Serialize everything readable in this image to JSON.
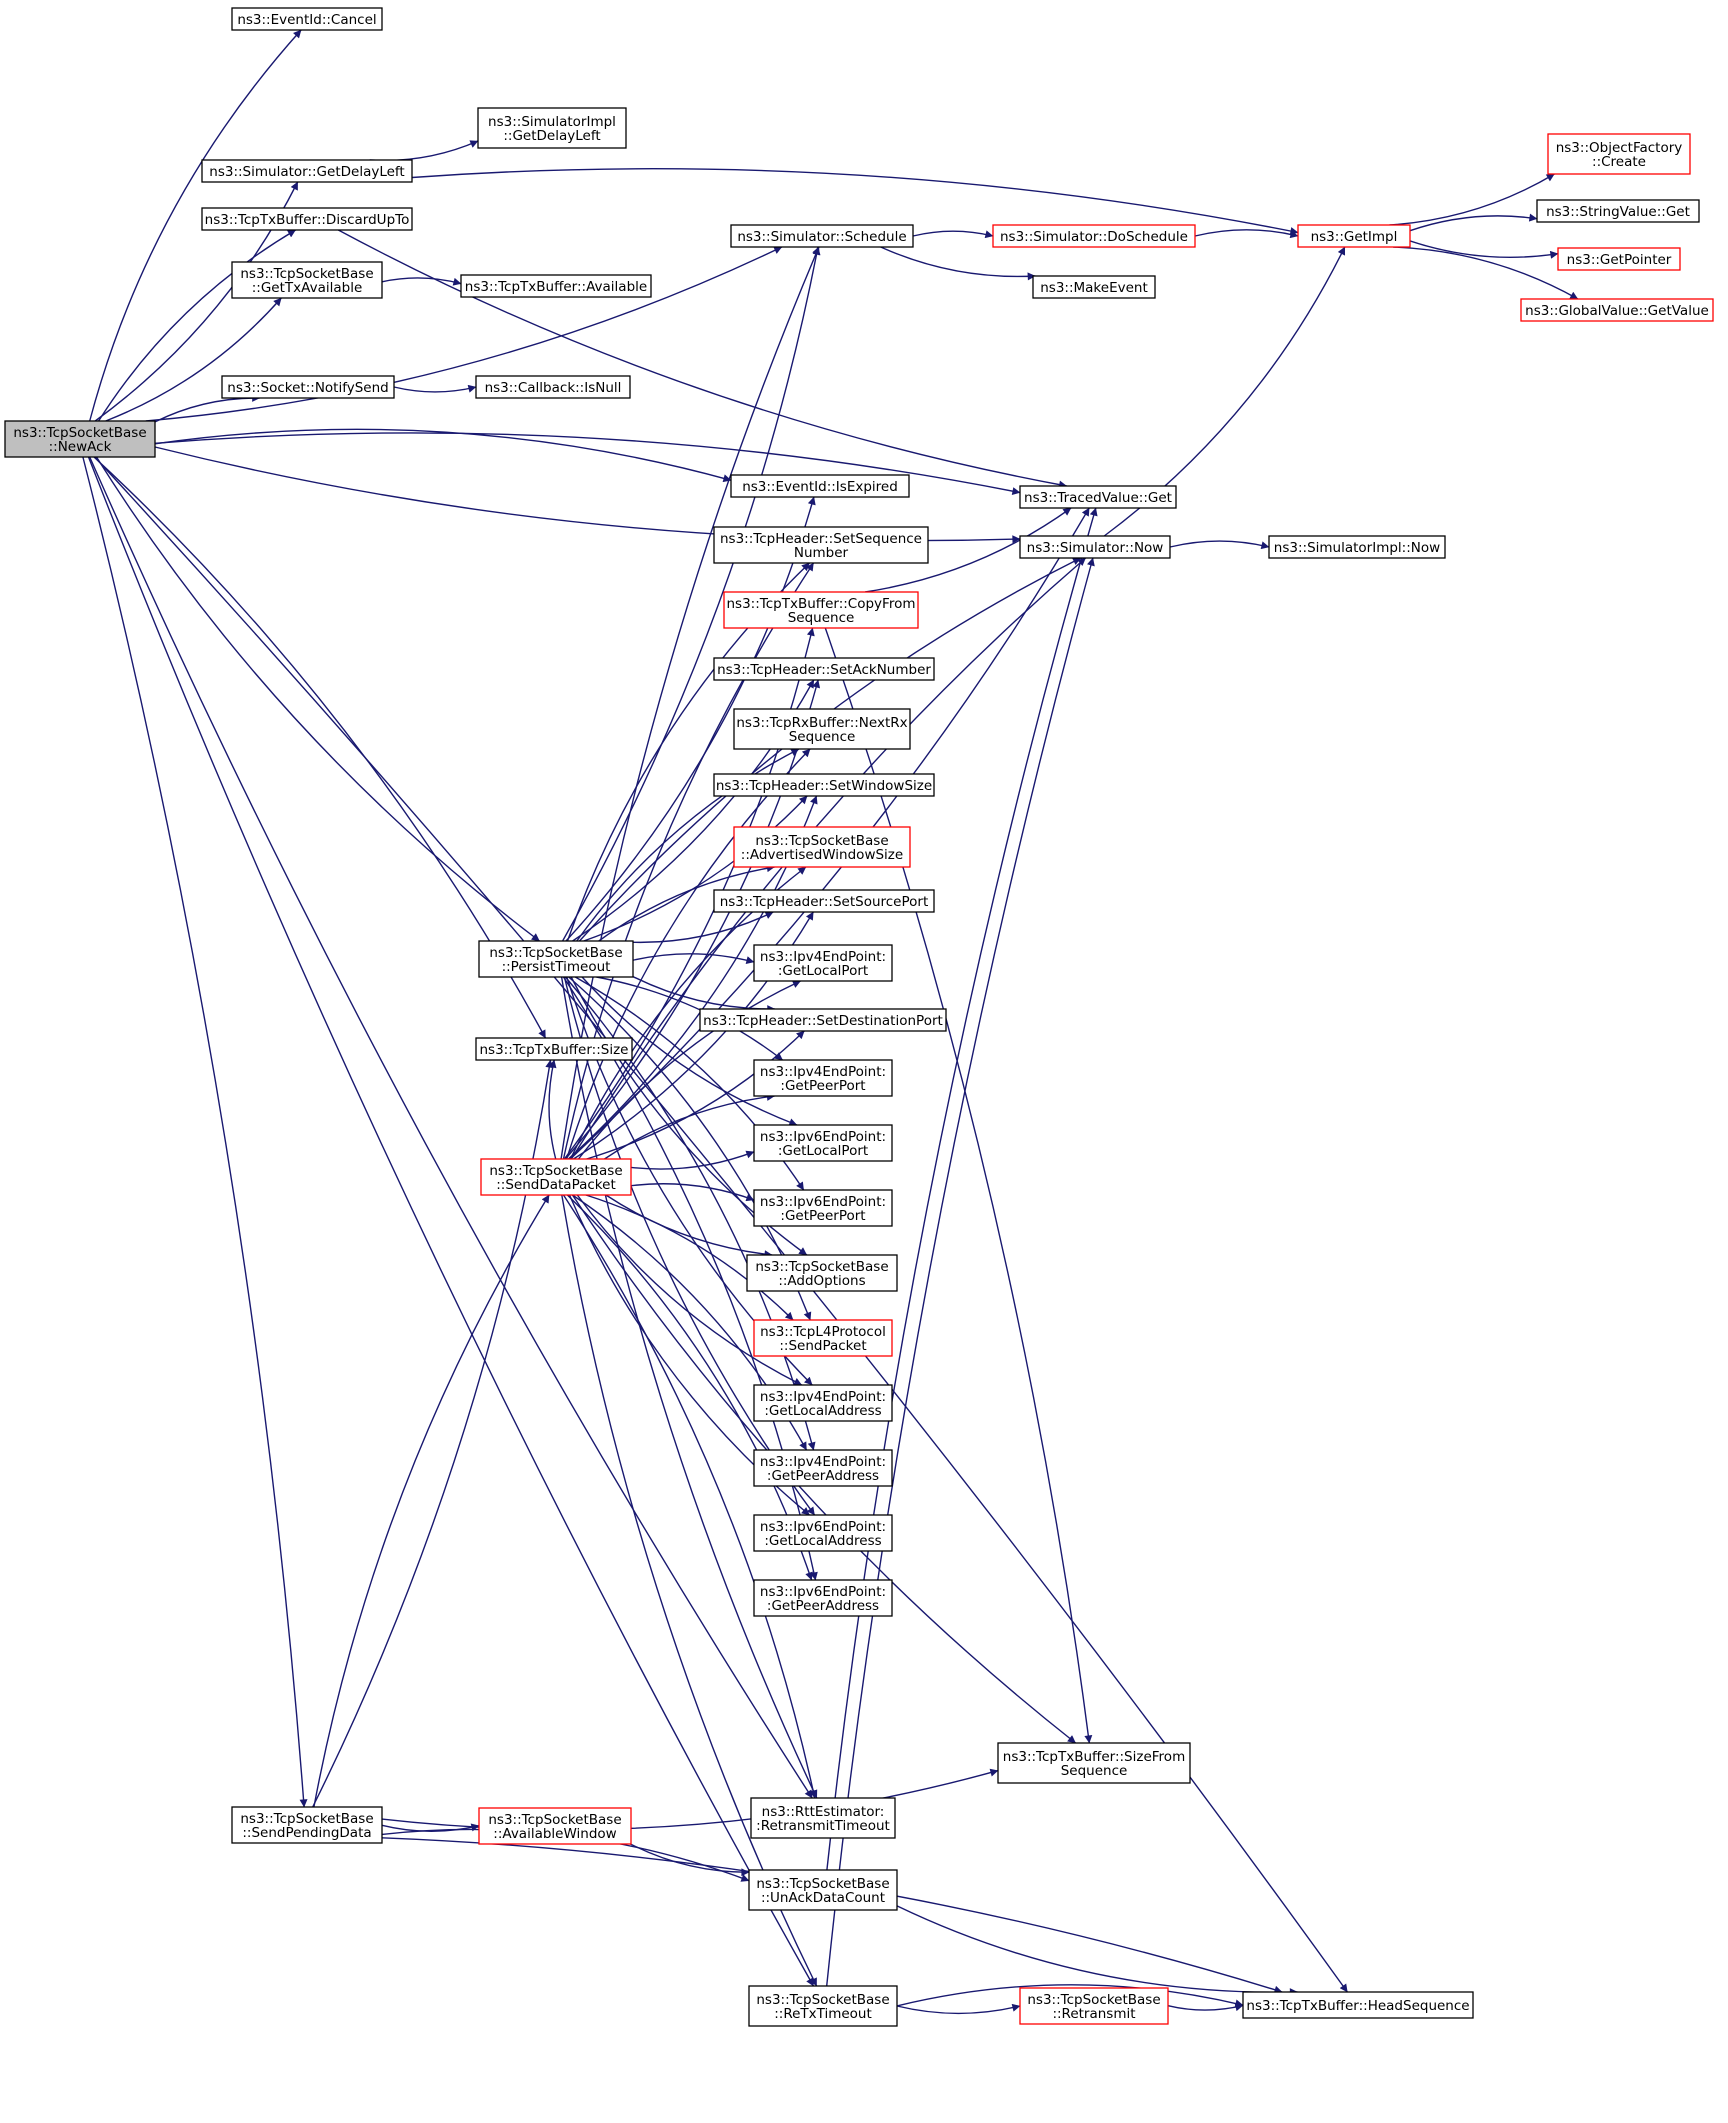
{
  "graph": {
    "title": "",
    "root": "newack",
    "colors": {
      "edge": "#191970",
      "node_border": "#000000",
      "node_border_truncated": "#ff0000",
      "root_fill": "#bfbfbf",
      "node_fill": "#ffffff"
    },
    "nodes": [
      {
        "id": "newack",
        "lines": [
          "ns3::TcpSocketBase",
          "::NewAck"
        ],
        "style": "root"
      },
      {
        "id": "cancel",
        "lines": [
          "ns3::EventId::Cancel"
        ],
        "style": "normal"
      },
      {
        "id": "implgetdelay",
        "lines": [
          "ns3::SimulatorImpl",
          "::GetDelayLeft"
        ],
        "style": "normal"
      },
      {
        "id": "simgetdelay",
        "lines": [
          "ns3::Simulator::GetDelayLeft"
        ],
        "style": "normal"
      },
      {
        "id": "discardupto",
        "lines": [
          "ns3::TcpTxBuffer::DiscardUpTo"
        ],
        "style": "normal"
      },
      {
        "id": "schedule",
        "lines": [
          "ns3::Simulator::Schedule"
        ],
        "style": "normal"
      },
      {
        "id": "doschedule",
        "lines": [
          "ns3::Simulator::DoSchedule"
        ],
        "style": "truncated"
      },
      {
        "id": "getimpl",
        "lines": [
          "ns3::GetImpl"
        ],
        "style": "truncated"
      },
      {
        "id": "factorycreate",
        "lines": [
          "ns3::ObjectFactory",
          "::Create"
        ],
        "style": "truncated"
      },
      {
        "id": "stringget",
        "lines": [
          "ns3::StringValue::Get"
        ],
        "style": "normal"
      },
      {
        "id": "getpointer",
        "lines": [
          "ns3::GetPointer"
        ],
        "style": "truncated"
      },
      {
        "id": "globalget",
        "lines": [
          "ns3::GlobalValue::GetValue"
        ],
        "style": "truncated"
      },
      {
        "id": "makeevent",
        "lines": [
          "ns3::MakeEvent"
        ],
        "style": "normal"
      },
      {
        "id": "gettxavail",
        "lines": [
          "ns3::TcpSocketBase",
          "::GetTxAvailable"
        ],
        "style": "normal"
      },
      {
        "id": "available",
        "lines": [
          "ns3::TcpTxBuffer::Available"
        ],
        "style": "normal"
      },
      {
        "id": "notifysend",
        "lines": [
          "ns3::Socket::NotifySend"
        ],
        "style": "normal"
      },
      {
        "id": "isnull",
        "lines": [
          "ns3::Callback::IsNull"
        ],
        "style": "normal"
      },
      {
        "id": "isexpired",
        "lines": [
          "ns3::EventId::IsExpired"
        ],
        "style": "normal"
      },
      {
        "id": "tracedget",
        "lines": [
          "ns3::TracedValue::Get"
        ],
        "style": "normal"
      },
      {
        "id": "simnow",
        "lines": [
          "ns3::Simulator::Now"
        ],
        "style": "normal"
      },
      {
        "id": "implnow",
        "lines": [
          "ns3::SimulatorImpl::Now"
        ],
        "style": "normal"
      },
      {
        "id": "setseq",
        "lines": [
          "ns3::TcpHeader::SetSequence",
          "Number"
        ],
        "style": "normal"
      },
      {
        "id": "copyfrom",
        "lines": [
          "ns3::TcpTxBuffer::CopyFrom",
          "Sequence"
        ],
        "style": "truncated"
      },
      {
        "id": "setack",
        "lines": [
          "ns3::TcpHeader::SetAckNumber"
        ],
        "style": "normal"
      },
      {
        "id": "nextrx",
        "lines": [
          "ns3::TcpRxBuffer::NextRx",
          "Sequence"
        ],
        "style": "normal"
      },
      {
        "id": "setwin",
        "lines": [
          "ns3::TcpHeader::SetWindowSize"
        ],
        "style": "normal"
      },
      {
        "id": "advwin",
        "lines": [
          "ns3::TcpSocketBase",
          "::AdvertisedWindowSize"
        ],
        "style": "truncated"
      },
      {
        "id": "setsrc",
        "lines": [
          "ns3::TcpHeader::SetSourcePort"
        ],
        "style": "normal"
      },
      {
        "id": "persist",
        "lines": [
          "ns3::TcpSocketBase",
          "::PersistTimeout"
        ],
        "style": "normal"
      },
      {
        "id": "ip4local",
        "lines": [
          "ns3::Ipv4EndPoint:",
          ":GetLocalPort"
        ],
        "style": "normal"
      },
      {
        "id": "setdst",
        "lines": [
          "ns3::TcpHeader::SetDestinationPort"
        ],
        "style": "normal"
      },
      {
        "id": "txsize",
        "lines": [
          "ns3::TcpTxBuffer::Size"
        ],
        "style": "normal"
      },
      {
        "id": "ip4peer",
        "lines": [
          "ns3::Ipv4EndPoint:",
          ":GetPeerPort"
        ],
        "style": "normal"
      },
      {
        "id": "senddata",
        "lines": [
          "ns3::TcpSocketBase",
          "::SendDataPacket"
        ],
        "style": "truncated"
      },
      {
        "id": "ip6local",
        "lines": [
          "ns3::Ipv6EndPoint:",
          ":GetLocalPort"
        ],
        "style": "normal"
      },
      {
        "id": "ip6peer",
        "lines": [
          "ns3::Ipv6EndPoint:",
          ":GetPeerPort"
        ],
        "style": "normal"
      },
      {
        "id": "addopts",
        "lines": [
          "ns3::TcpSocketBase",
          "::AddOptions"
        ],
        "style": "normal"
      },
      {
        "id": "l4send",
        "lines": [
          "ns3::TcpL4Protocol",
          "::SendPacket"
        ],
        "style": "truncated"
      },
      {
        "id": "ip4laddr",
        "lines": [
          "ns3::Ipv4EndPoint:",
          ":GetLocalAddress"
        ],
        "style": "normal"
      },
      {
        "id": "ip4paddr",
        "lines": [
          "ns3::Ipv4EndPoint:",
          ":GetPeerAddress"
        ],
        "style": "normal"
      },
      {
        "id": "ip6laddr",
        "lines": [
          "ns3::Ipv6EndPoint:",
          ":GetLocalAddress"
        ],
        "style": "normal"
      },
      {
        "id": "ip6paddr",
        "lines": [
          "ns3::Ipv6EndPoint:",
          ":GetPeerAddress"
        ],
        "style": "normal"
      },
      {
        "id": "sizefrom",
        "lines": [
          "ns3::TcpTxBuffer::SizeFrom",
          "Sequence"
        ],
        "style": "normal"
      },
      {
        "id": "rttretx",
        "lines": [
          "ns3::RttEstimator:",
          ":RetransmitTimeout"
        ],
        "style": "normal"
      },
      {
        "id": "sendpending",
        "lines": [
          "ns3::TcpSocketBase",
          "::SendPendingData"
        ],
        "style": "normal"
      },
      {
        "id": "availwin",
        "lines": [
          "ns3::TcpSocketBase",
          "::AvailableWindow"
        ],
        "style": "truncated"
      },
      {
        "id": "unack",
        "lines": [
          "ns3::TcpSocketBase",
          "::UnAckDataCount"
        ],
        "style": "normal"
      },
      {
        "id": "retxtimeout",
        "lines": [
          "ns3::TcpSocketBase",
          "::ReTxTimeout"
        ],
        "style": "normal"
      },
      {
        "id": "retransmit",
        "lines": [
          "ns3::TcpSocketBase",
          "::Retransmit"
        ],
        "style": "truncated"
      },
      {
        "id": "headseq",
        "lines": [
          "ns3::TcpTxBuffer::HeadSequence"
        ],
        "style": "normal"
      }
    ],
    "edges": [
      [
        "newack",
        "cancel"
      ],
      [
        "newack",
        "simgetdelay"
      ],
      [
        "newack",
        "discardupto"
      ],
      [
        "newack",
        "gettxavail"
      ],
      [
        "newack",
        "notifysend"
      ],
      [
        "newack",
        "schedule"
      ],
      [
        "newack",
        "tracedget"
      ],
      [
        "newack",
        "simnow"
      ],
      [
        "newack",
        "isexpired"
      ],
      [
        "newack",
        "persist"
      ],
      [
        "newack",
        "txsize"
      ],
      [
        "newack",
        "rttretx"
      ],
      [
        "newack",
        "sendpending"
      ],
      [
        "newack",
        "retxtimeout"
      ],
      [
        "newack",
        "headseq"
      ],
      [
        "simgetdelay",
        "implgetdelay"
      ],
      [
        "simgetdelay",
        "getimpl"
      ],
      [
        "discardupto",
        "tracedget"
      ],
      [
        "gettxavail",
        "available"
      ],
      [
        "notifysend",
        "isnull"
      ],
      [
        "schedule",
        "doschedule"
      ],
      [
        "schedule",
        "makeevent"
      ],
      [
        "doschedule",
        "getimpl"
      ],
      [
        "getimpl",
        "factorycreate"
      ],
      [
        "getimpl",
        "stringget"
      ],
      [
        "getimpl",
        "getpointer"
      ],
      [
        "getimpl",
        "globalget"
      ],
      [
        "simnow",
        "getimpl"
      ],
      [
        "simnow",
        "implnow"
      ],
      [
        "persist",
        "schedule"
      ],
      [
        "persist",
        "simnow"
      ],
      [
        "persist",
        "isexpired"
      ],
      [
        "persist",
        "setseq"
      ],
      [
        "persist",
        "setack"
      ],
      [
        "persist",
        "nextrx"
      ],
      [
        "persist",
        "setwin"
      ],
      [
        "persist",
        "advwin"
      ],
      [
        "persist",
        "setsrc"
      ],
      [
        "persist",
        "ip4local"
      ],
      [
        "persist",
        "setdst"
      ],
      [
        "persist",
        "ip4peer"
      ],
      [
        "persist",
        "ip6local"
      ],
      [
        "persist",
        "ip6peer"
      ],
      [
        "persist",
        "addopts"
      ],
      [
        "persist",
        "l4send"
      ],
      [
        "persist",
        "ip4laddr"
      ],
      [
        "persist",
        "ip4paddr"
      ],
      [
        "persist",
        "ip6laddr"
      ],
      [
        "persist",
        "ip6paddr"
      ],
      [
        "persist",
        "rttretx"
      ],
      [
        "senddata",
        "schedule"
      ],
      [
        "senddata",
        "copyfrom"
      ],
      [
        "senddata",
        "setseq"
      ],
      [
        "senddata",
        "setack"
      ],
      [
        "senddata",
        "nextrx"
      ],
      [
        "senddata",
        "setwin"
      ],
      [
        "senddata",
        "advwin"
      ],
      [
        "senddata",
        "setsrc"
      ],
      [
        "senddata",
        "ip4local"
      ],
      [
        "senddata",
        "setdst"
      ],
      [
        "senddata",
        "ip4peer"
      ],
      [
        "senddata",
        "ip6local"
      ],
      [
        "senddata",
        "ip6peer"
      ],
      [
        "senddata",
        "addopts"
      ],
      [
        "senddata",
        "l4send"
      ],
      [
        "senddata",
        "ip4laddr"
      ],
      [
        "senddata",
        "ip4paddr"
      ],
      [
        "senddata",
        "ip6laddr"
      ],
      [
        "senddata",
        "ip6paddr"
      ],
      [
        "senddata",
        "tracedget"
      ],
      [
        "senddata",
        "simnow"
      ],
      [
        "senddata",
        "sizefrom"
      ],
      [
        "senddata",
        "rttretx"
      ],
      [
        "senddata",
        "retxtimeout"
      ],
      [
        "senddata",
        "txsize"
      ],
      [
        "copyfrom",
        "tracedget"
      ],
      [
        "copyfrom",
        "sizefrom"
      ],
      [
        "sendpending",
        "txsize"
      ],
      [
        "sendpending",
        "senddata"
      ],
      [
        "sendpending",
        "availwin"
      ],
      [
        "sendpending",
        "unack"
      ],
      [
        "sendpending",
        "sizefrom"
      ],
      [
        "sendpending",
        "headseq"
      ],
      [
        "availwin",
        "unack"
      ],
      [
        "unack",
        "tracedget"
      ],
      [
        "unack",
        "headseq"
      ],
      [
        "retxtimeout",
        "simnow"
      ],
      [
        "retxtimeout",
        "retransmit"
      ],
      [
        "retxtimeout",
        "headseq"
      ],
      [
        "retransmit",
        "headseq"
      ]
    ]
  }
}
